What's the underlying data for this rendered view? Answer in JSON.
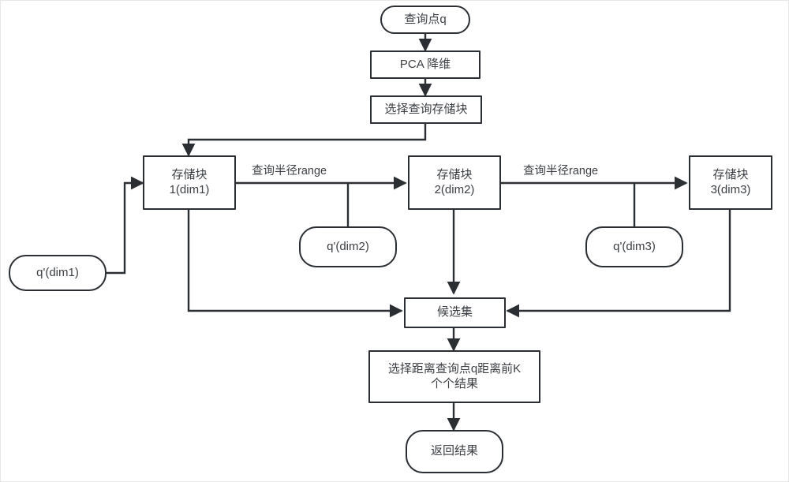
{
  "diagram": {
    "title": "PCA-based block query flowchart",
    "background_color": "#ffffff",
    "stroke_color": "#2b2f33",
    "text_color": "#3b3f43",
    "nodes": {
      "query_point": "查询点q",
      "pca": "PCA 降维",
      "select_block": "选择查询存储块",
      "block1": "存储块\n1(dim1)",
      "block2": "存储块\n2(dim2)",
      "block3": "存储块\n3(dim3)",
      "q_dim1": "q'(dim1)",
      "q_dim2": "q'(dim2)",
      "q_dim3": "q'(dim3)",
      "candidate_set": "候选集",
      "topk": "选择距离查询点q距离前K\n个个结果",
      "return_result": "返回结果"
    },
    "edge_labels": {
      "range_1_2": "查询半径range",
      "range_2_3": "查询半径range"
    }
  }
}
